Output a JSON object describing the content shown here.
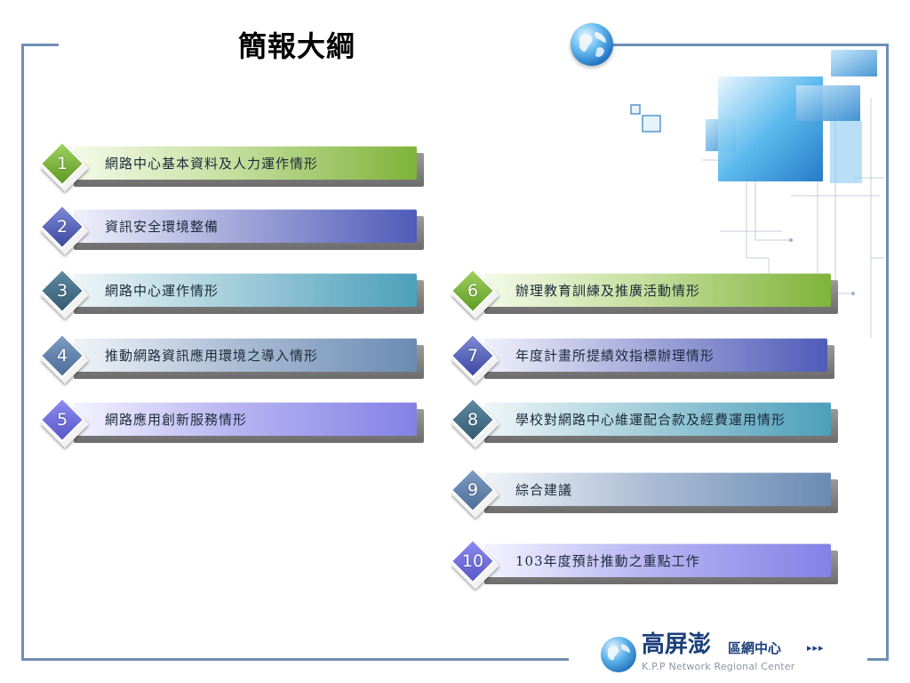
{
  "slide": {
    "title": "簡報大綱"
  },
  "colors": {
    "frame": "#6f8fb3",
    "green": "#7fb33a",
    "blue": "#4f5cb9",
    "teal": "#4c9fbb",
    "steel": "#6a8bb3",
    "violet": "#8381e6"
  },
  "outline": {
    "items": [
      {
        "num": "1",
        "label": "網路中心基本資料及人力運作情形"
      },
      {
        "num": "2",
        "label": "資訊安全環境整備"
      },
      {
        "num": "3",
        "label": "網路中心運作情形"
      },
      {
        "num": "4",
        "label": "推動網路資訊應用環境之導入情形"
      },
      {
        "num": "5",
        "label": "網路應用創新服務情形"
      },
      {
        "num": "6",
        "label": "辦理教育訓練及推廣活動情形"
      },
      {
        "num": "7",
        "label": "年度計畫所提績效指標辦理情形"
      },
      {
        "num": "8",
        "label": "學校對網路中心維運配合款及經費運用情形"
      },
      {
        "num": "9",
        "label": "綜合建議"
      },
      {
        "num": "10",
        "label": "103年度預計推動之重點工作"
      }
    ]
  },
  "logo": {
    "big": "高屏澎",
    "small": "區網中心",
    "arrows": "▸▸▸",
    "english": "K.P.P Network Regional Center"
  },
  "icons": {
    "globe": "globe-icon",
    "logo": "globe-logo-icon"
  }
}
